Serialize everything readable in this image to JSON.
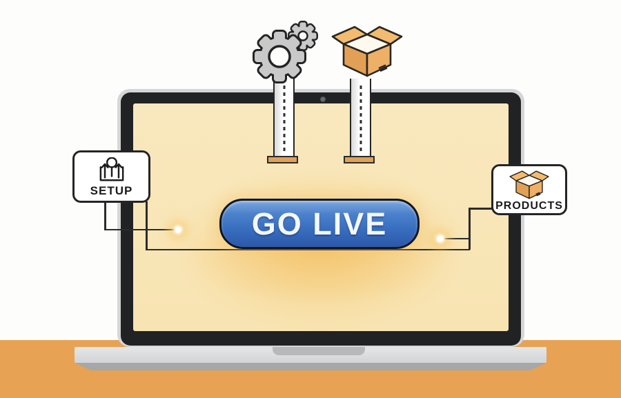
{
  "button": {
    "label": "GO LIVE"
  },
  "setup_card": {
    "label": "SETUP",
    "icon": "unbox-arrows-icon"
  },
  "products_card": {
    "label": "PRODUCTS",
    "icon": "open-box-icon"
  },
  "top_icons": {
    "left": "gears-icon",
    "right": "open-box-icon"
  },
  "palette": {
    "floor": "#e8a253",
    "screen": "#f8e5b5",
    "bezel": "#212224",
    "laptop_silver": "#d5d6d7",
    "button_blue_top": "#7ba7dd",
    "button_blue_bottom": "#2b58a9",
    "button_border": "#0f1622",
    "glow": "#f3be60",
    "gear_gray": "#c9c9c9",
    "box_orange": "#e8a85c",
    "line_dark": "#2b2b2b",
    "card_border": "#242424"
  }
}
